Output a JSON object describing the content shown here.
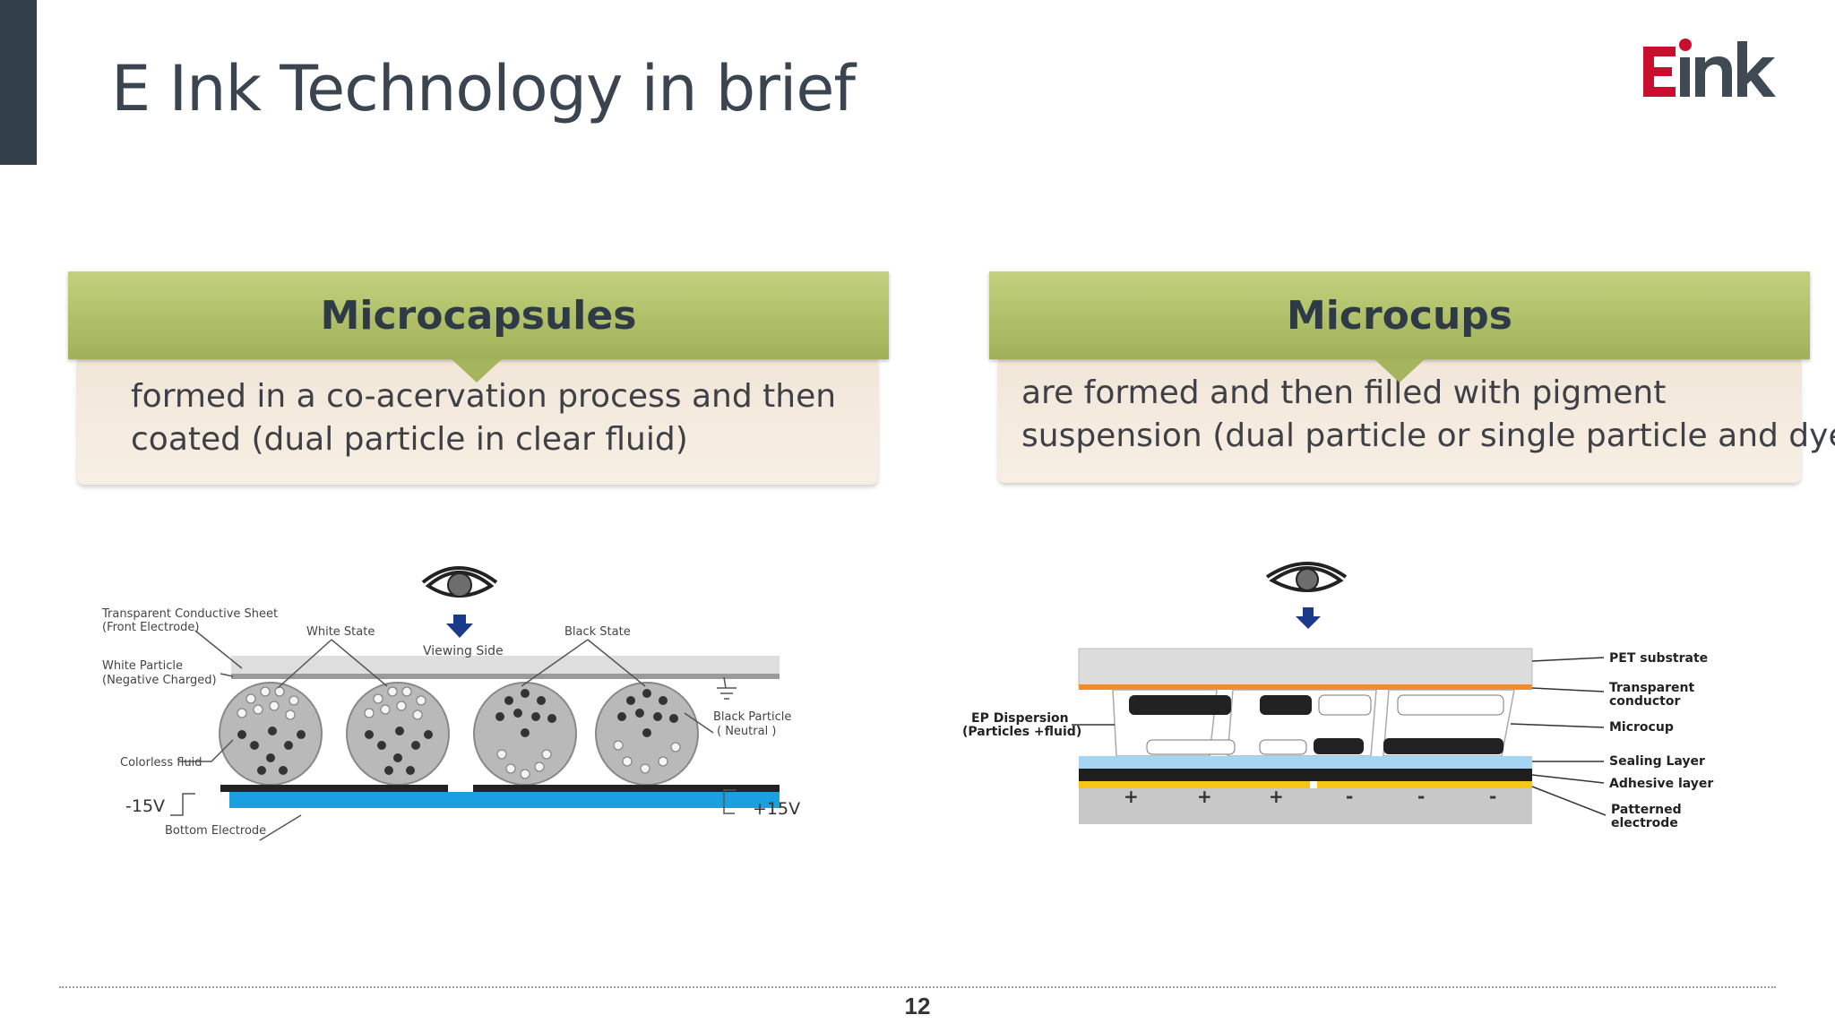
{
  "slide": {
    "title": "E Ink Technology in brief",
    "logo_text": "Eink",
    "page_number": "12"
  },
  "colors": {
    "accent_bar": "#323f48",
    "header_green": "#a8b960",
    "body_beige": "#f3e9dc",
    "logo_red": "#c8102e",
    "logo_gray": "#404a52",
    "electrode_blue": "#1aa0e0"
  },
  "panels": [
    {
      "heading": "Microcapsules",
      "body": [
        "formed in a co-acervation process and then",
        "coated (dual particle in clear fluid)"
      ]
    },
    {
      "heading": "Microcups",
      "body": [
        "are formed and then filled with pigment",
        "suspension (dual particle or single particle and dye)"
      ]
    }
  ],
  "microcapsule_diagram": {
    "transparent_sheet_1": "Transparent Conductive Sheet",
    "transparent_sheet_2": "(Front Electrode)",
    "white_state": "White State",
    "viewing_side": "Viewing Side",
    "black_state": "Black State",
    "white_particle_1": "White Particle",
    "white_particle_2": "(Negative Charged)",
    "black_particle_1": "Black Particle",
    "black_particle_2": "( Neutral )",
    "colorless_fluid": "Colorless fluid",
    "neg_voltage": "-15V",
    "pos_voltage": "+15V",
    "bottom_electrode": "Bottom Electrode"
  },
  "microcup_diagram": {
    "pet_substrate": "PET substrate",
    "transparent_conductor_1": "Transparent",
    "transparent_conductor_2": "conductor",
    "microcup": "Microcup",
    "sealing_layer": "Sealing Layer",
    "adhesive_layer": "Adhesive layer",
    "patterned_electrode_1": "Patterned",
    "patterned_electrode_2": "electrode",
    "ep_dispersion_1": "EP Dispersion",
    "ep_dispersion_2": "(Particles +fluid)",
    "electrode_signs": [
      "+",
      "+",
      "+",
      "-",
      "-",
      "-"
    ]
  }
}
